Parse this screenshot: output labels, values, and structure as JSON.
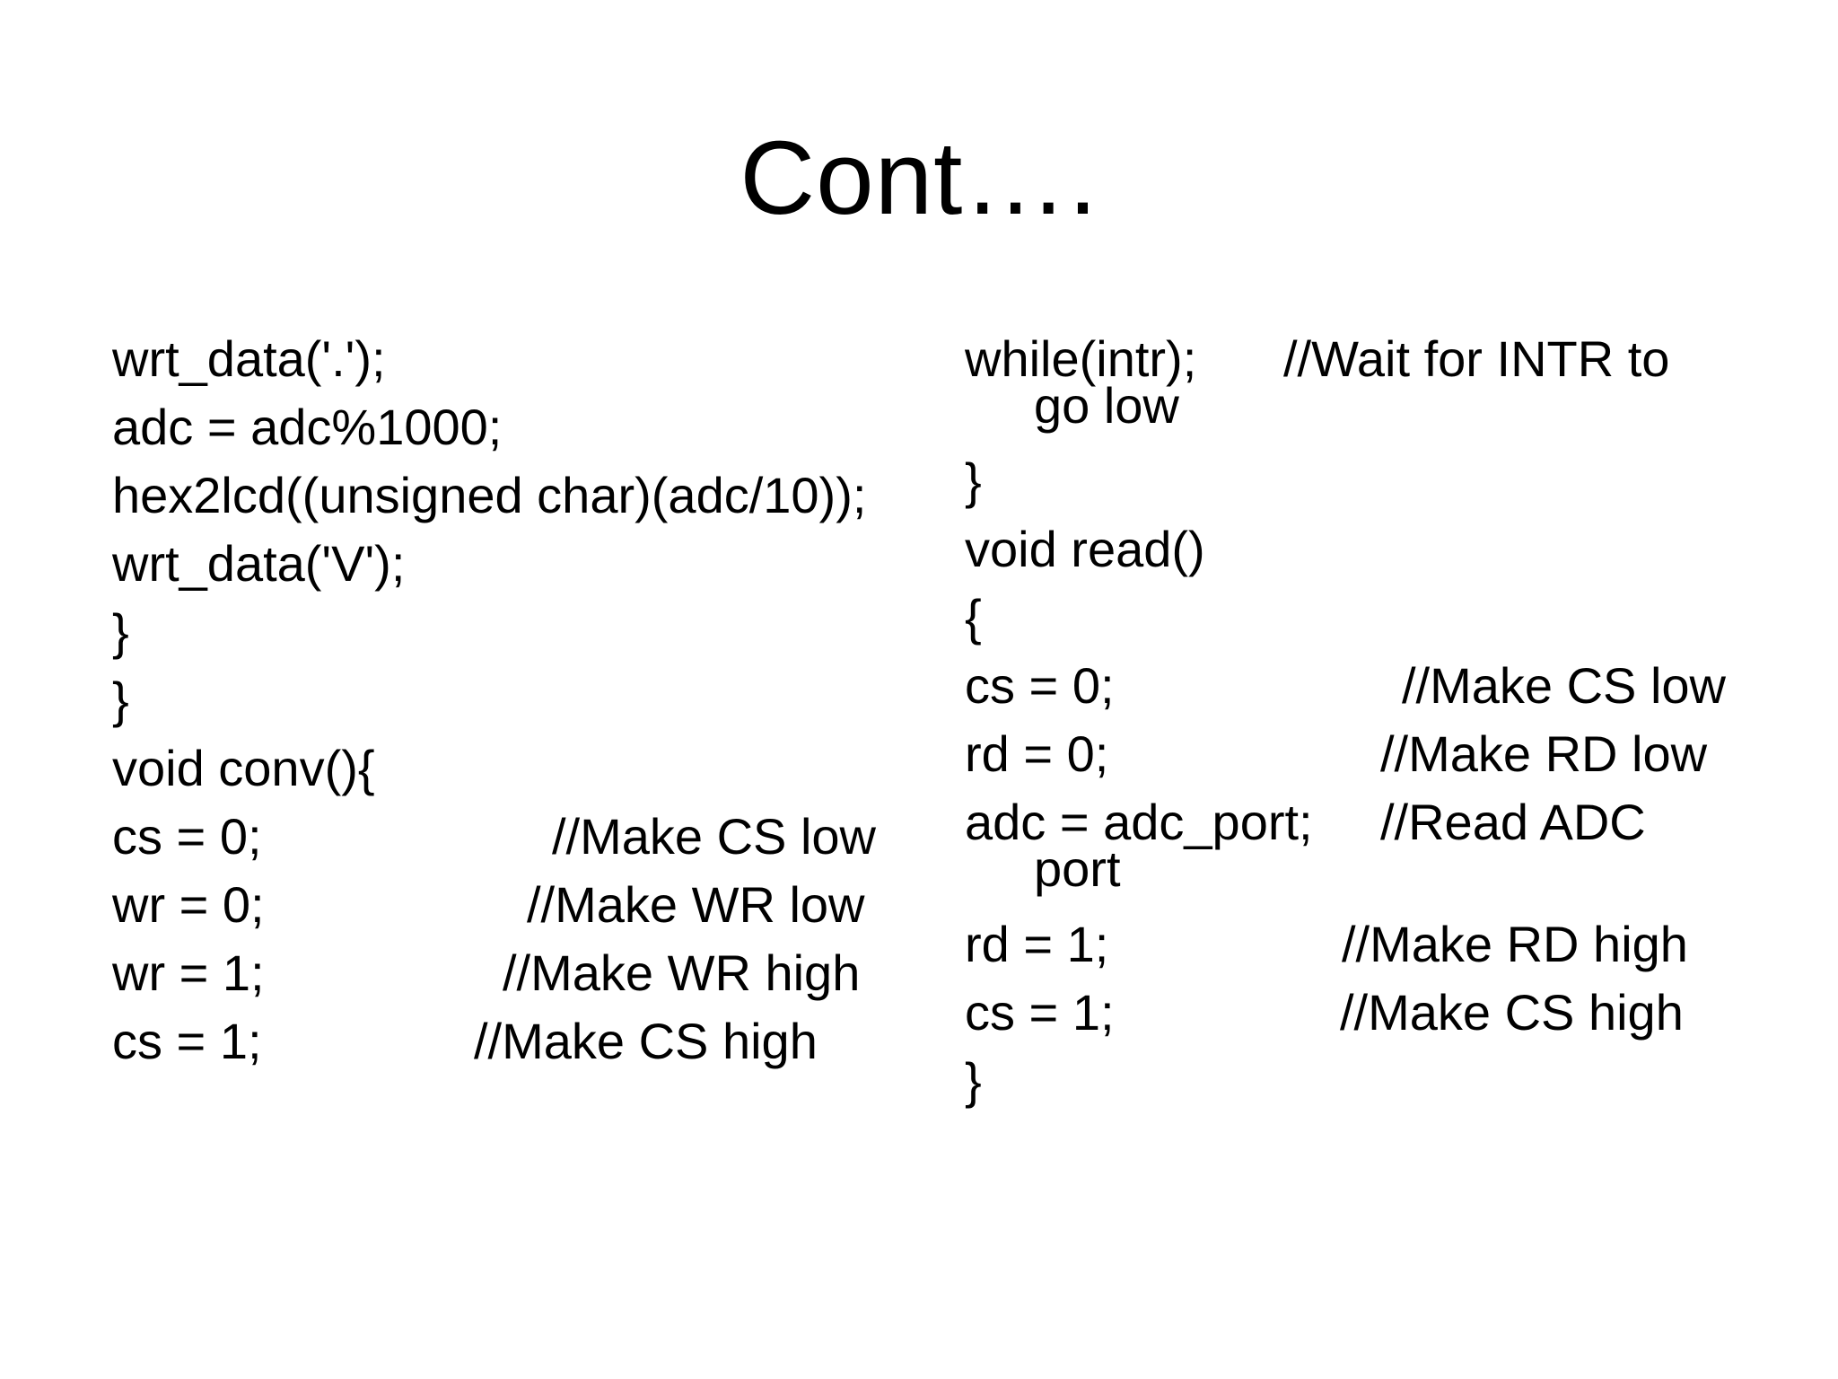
{
  "slide": {
    "title": "Cont….",
    "left_column": [
      {
        "code": "wrt_data('.');",
        "comment": ""
      },
      {
        "code": "adc = adc%1000;",
        "comment": ""
      },
      {
        "code": "hex2lcd((unsigned char)(adc/10));",
        "comment": ""
      },
      {
        "code": "wrt_data('V');",
        "comment": ""
      },
      {
        "code": "}",
        "comment": ""
      },
      {
        "code": "}",
        "comment": ""
      },
      {
        "code": "void conv(){",
        "comment": ""
      },
      {
        "code": "cs = 0;",
        "comment": "//Make CS low"
      },
      {
        "code": "wr = 0;",
        "comment": "//Make WR low"
      },
      {
        "code": "wr = 1;",
        "comment": "//Make WR high"
      },
      {
        "code": "cs = 1;",
        "comment": "//Make CS high"
      }
    ],
    "right_column": [
      {
        "code": "while(intr);",
        "comment": "//Wait for INTR to",
        "continuation": "go low"
      },
      {
        "code": "}",
        "comment": ""
      },
      {
        "code": "void read()",
        "comment": ""
      },
      {
        "code": "{",
        "comment": ""
      },
      {
        "code": "cs = 0;",
        "comment": "//Make CS low"
      },
      {
        "code": "rd = 0;",
        "comment": "//Make RD low"
      },
      {
        "code": "adc = adc_port;",
        "comment": "//Read ADC",
        "continuation": "port"
      },
      {
        "code": "rd = 1;",
        "comment": "//Make RD high"
      },
      {
        "code": "cs = 1;",
        "comment": "//Make CS high"
      },
      {
        "code": "}",
        "comment": ""
      }
    ]
  }
}
